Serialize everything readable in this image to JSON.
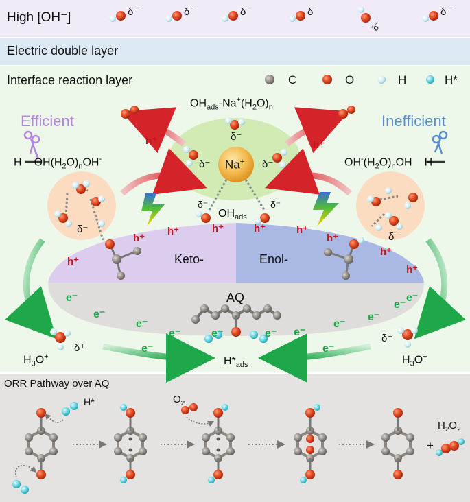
{
  "bands": {
    "high_oh": "High [OH⁻]",
    "edl": "Electric double layer",
    "irl": "Interface reaction layer",
    "orr_title": "ORR Pathway over AQ"
  },
  "legend": {
    "c": "C",
    "o": "O",
    "h": "H",
    "hstar": "H*"
  },
  "colors": {
    "oxygen": "#d8401f",
    "carbon": "#8a8580",
    "hydrogen": "#d9f2f6",
    "hstar": "#5fd2e0",
    "keto": "#dccdee",
    "enol": "#a9b9e3",
    "aq_layer": "#dedddc",
    "na_ellipse": "#d2ebb5",
    "hole": "#c0161c",
    "electron": "#1fa84a"
  },
  "center": {
    "complex_label_pre": "OH",
    "complex_label_sub": "ads",
    "complex_label_mid": "-Na",
    "complex_label_sup": "+",
    "complex_label_tail": "(H",
    "complex_label_sub2": "2",
    "complex_label_tail2": "O)",
    "complex_label_sub3": "n",
    "na": "Na",
    "na_sup": "+",
    "oh_ads": "OH",
    "oh_ads_sub": "ads"
  },
  "left": {
    "title": "Efficient",
    "formula_a": "H",
    "formula_b": "OH(H",
    "formula_sub1": "2",
    "formula_c": "O)",
    "formula_sub2": "n",
    "formula_d": "OH",
    "formula_sup": "-",
    "h3o": "H",
    "h3o_sub": "3",
    "h3o_tail": "O",
    "h3o_sup": "+"
  },
  "right": {
    "title": "Inefficient",
    "formula_a": "OH",
    "formula_sup": "-",
    "formula_b": "(H",
    "formula_sub1": "2",
    "formula_c": "O)",
    "formula_sub2": "n",
    "formula_d": "OH",
    "formula_e": "H",
    "h3o": "H",
    "h3o_sub": "3",
    "h3o_tail": "O",
    "h3o_sup": "+"
  },
  "layers": {
    "keto": "Keto-",
    "enol": "Enol-",
    "aq": "AQ"
  },
  "charges": {
    "delta_minus": "δ⁻",
    "delta_plus": "δ⁺",
    "hole": "h⁺",
    "electron": "e⁻"
  },
  "hads": {
    "main": "H*",
    "sub": "ads"
  },
  "orr": {
    "hstar": "H*",
    "o2": "O",
    "o2_sub": "2",
    "plus": "+",
    "h2o2_a": "H",
    "h2o2_sub1": "2",
    "h2o2_b": "O",
    "h2o2_sub2": "2"
  }
}
